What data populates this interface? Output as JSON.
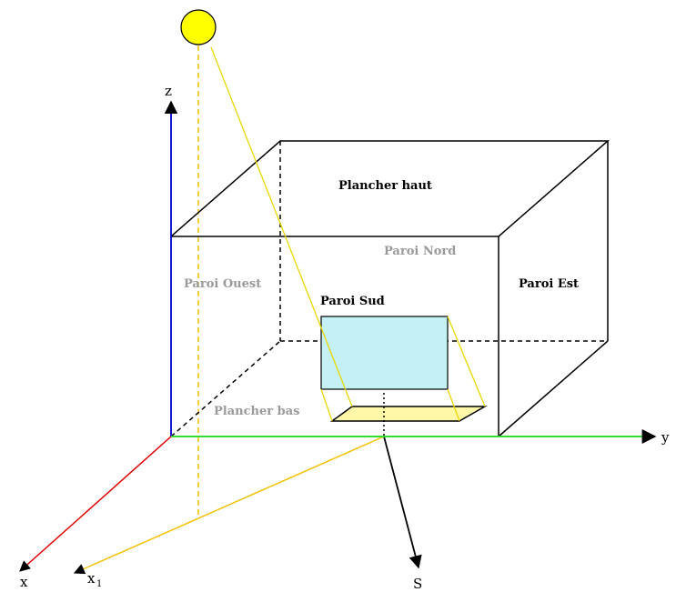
{
  "labels": {
    "top_floor": "Plancher haut",
    "north_wall": "Paroi Nord",
    "west_wall": "Paroi Ouest",
    "east_wall": "Paroi Est",
    "south_wall": "Paroi Sud",
    "bottom_floor": "Plancher bas"
  },
  "axes": {
    "z": "z",
    "y": "y",
    "x": "x",
    "x1": "x",
    "x1_subscript": "1",
    "south": "S"
  },
  "colors": {
    "sun": "#ffff00",
    "sun_ray": "#e8d800",
    "window": "#c5f0f6",
    "window_shadow": "#fff7a8",
    "axis_z": "#0000cc",
    "axis_y": "#33dd33",
    "axis_x": "#dd0000",
    "axis_x1": "#f2c200",
    "wall_label": "#9a9a9a"
  }
}
